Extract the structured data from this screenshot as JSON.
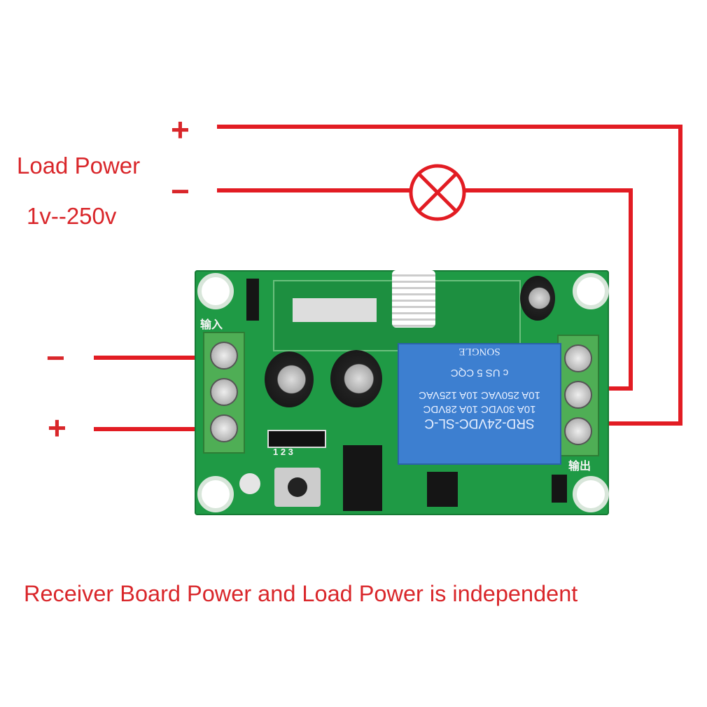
{
  "labels": {
    "load_power": "Load Power",
    "voltage_range": "1v--250v",
    "caption": "Receiver Board Power and Load Power is independent",
    "load_plus": "+",
    "load_minus": "−",
    "input_minus": "−",
    "input_plus": "+"
  },
  "board": {
    "input_label": "输入",
    "output_label": "输出",
    "jumper_numbers": "1 2 3",
    "relay": {
      "model": "SRD-24VDC-SL-C",
      "rating1": "10A 30VDC  10A 28VDC",
      "rating2": "10A 250VAC  10A 125VAC",
      "cert": "c US  5  CQC",
      "brand": "SONGLE"
    }
  },
  "colors": {
    "wire": "#e21c23",
    "board": "#1f9a45",
    "relay": "#3d7fd0",
    "terminal": "#4fae55"
  }
}
